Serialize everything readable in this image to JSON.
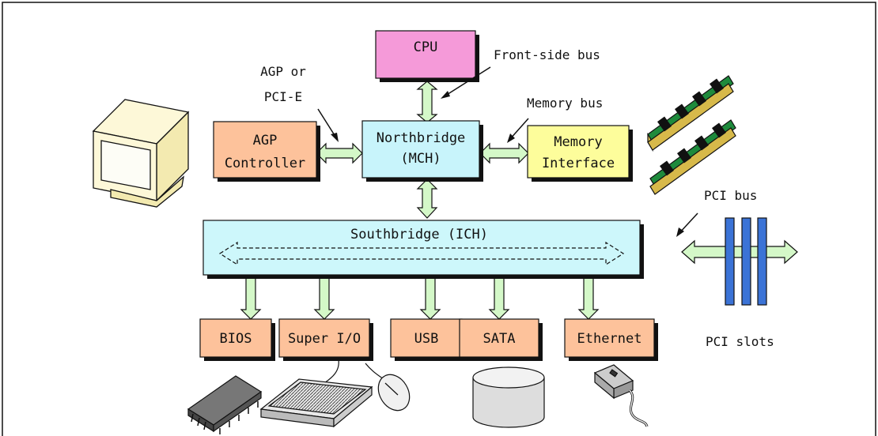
{
  "colors": {
    "cpu": "#f59ad9",
    "northbridge": "#c8f4fb",
    "southbridge": "#cdf7fb",
    "agp": "#fdc29b",
    "memory": "#fdfd9b",
    "peripheral": "#fdc29b",
    "arrow_fill": "#d4f8c8",
    "pci_slot": "#3b73d6"
  },
  "components": {
    "cpu": "CPU",
    "northbridge_line1": "Northbridge",
    "northbridge_line2": "(MCH)",
    "agp_line1": "AGP",
    "agp_line2": "Controller",
    "memory_line1": "Memory",
    "memory_line2": "Interface",
    "southbridge": "Southbridge (ICH)"
  },
  "peripherals": [
    "BIOS",
    "Super I/O",
    "USB",
    "SATA",
    "Ethernet"
  ],
  "annotations": {
    "front_side_bus": "Front-side bus",
    "agp_or_line1": "AGP or",
    "agp_or_line2": "PCI-E",
    "memory_bus": "Memory bus",
    "pci_bus": "PCI bus",
    "pci_slots": "PCI slots"
  },
  "icons": [
    "monitor-icon",
    "memory-module-icon",
    "chip-icon",
    "keyboard-icon",
    "mouse-icon",
    "disk-drive-icon",
    "network-plug-icon"
  ]
}
